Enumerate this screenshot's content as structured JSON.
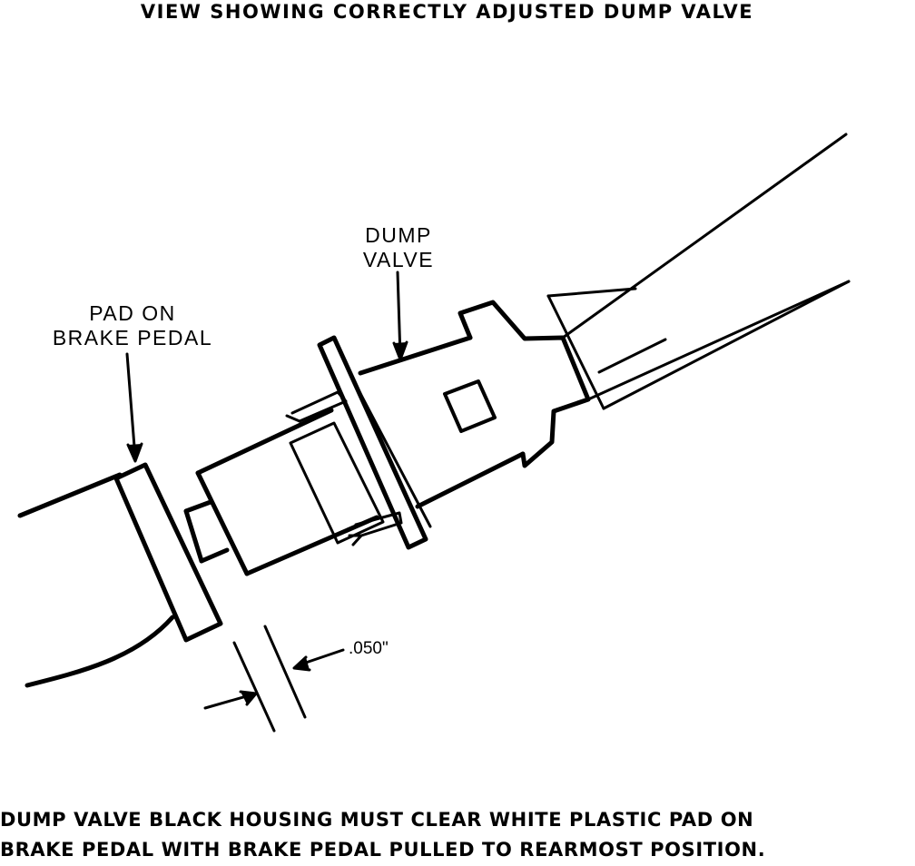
{
  "diagram": {
    "title": "VIEW SHOWING CORRECTLY ADJUSTED DUMP VALVE",
    "labels": {
      "dump_valve_line1": "DUMP",
      "dump_valve_line2": "VALVE",
      "pad_line1": "PAD ON",
      "pad_line2": "BRAKE PEDAL",
      "clearance": ".050\""
    },
    "caption": {
      "line1": "DUMP VALVE BLACK HOUSING MUST CLEAR WHITE PLASTIC PAD ON",
      "line2": "BRAKE PEDAL WITH BRAKE PEDAL PULLED TO REARMOST POSITION."
    }
  }
}
